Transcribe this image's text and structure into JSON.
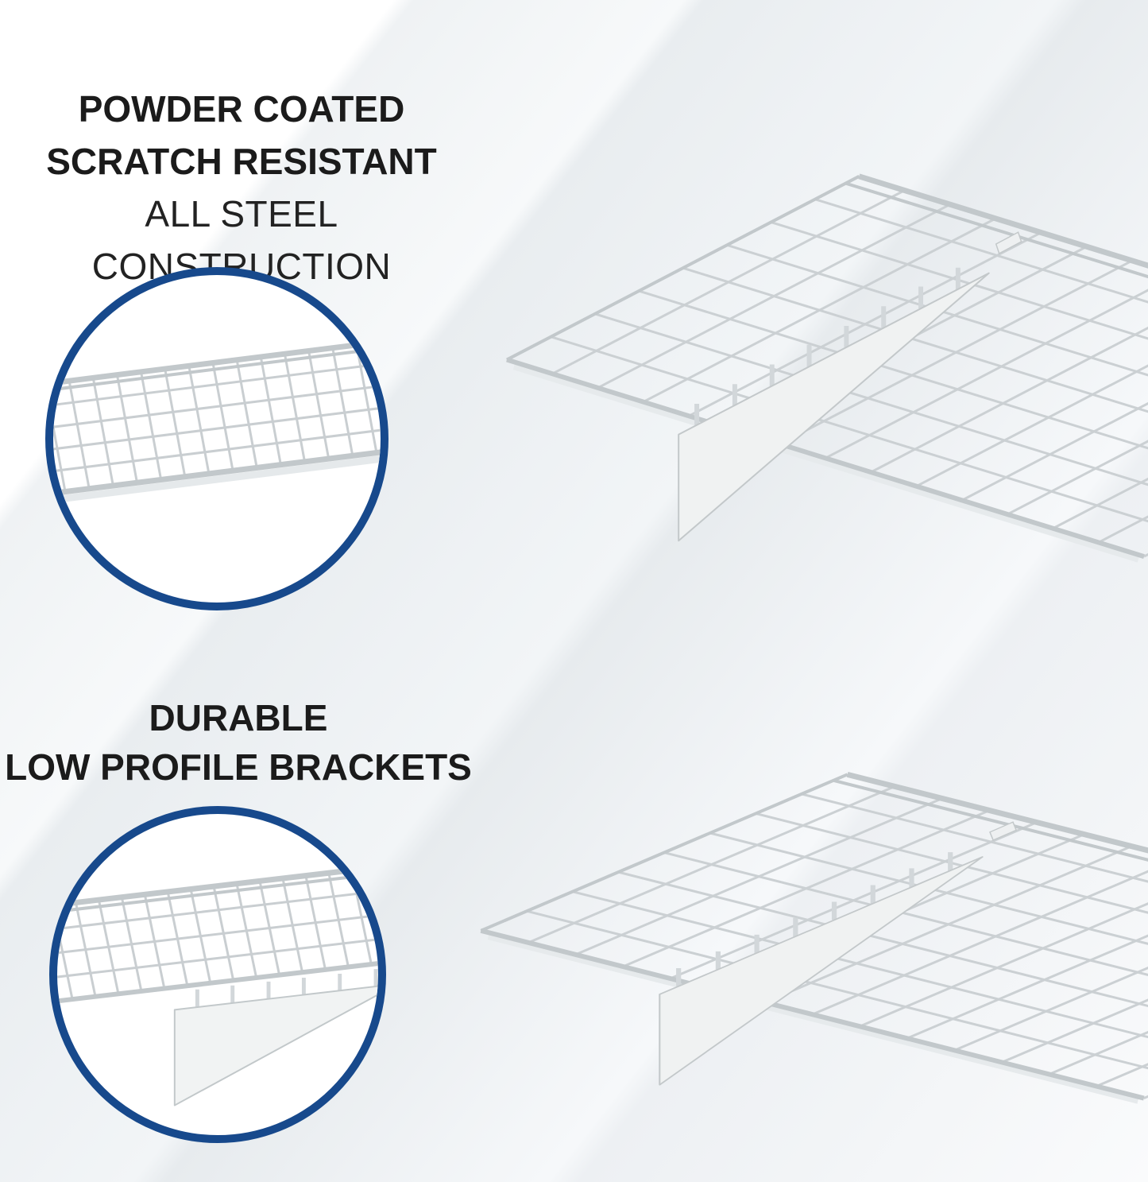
{
  "page": {
    "type": "product-feature-graphic"
  },
  "colors": {
    "accent_circle_blue": "#17498C",
    "text": "#1B1B1B",
    "wire_gray": "#CBD0D3",
    "bracket_white": "#F0F2F2",
    "background_stripe": "#E9EDF0"
  },
  "callouts": {
    "coating": {
      "line1": "POWDER COATED",
      "line2": "SCRATCH RESISTANT",
      "line3": "ALL STEEL CONSTRUCTION"
    },
    "brackets": {
      "line1": "DURABLE",
      "line2": "LOW PROFILE BRACKETS"
    }
  },
  "images": {
    "top_photo": "white-wire-wall-shelf-with-bracket",
    "bottom_photo": "white-wire-wall-shelf-with-bracket",
    "inset_top": "wire-mesh-closeup",
    "inset_bottom": "low-profile-bracket-closeup"
  }
}
